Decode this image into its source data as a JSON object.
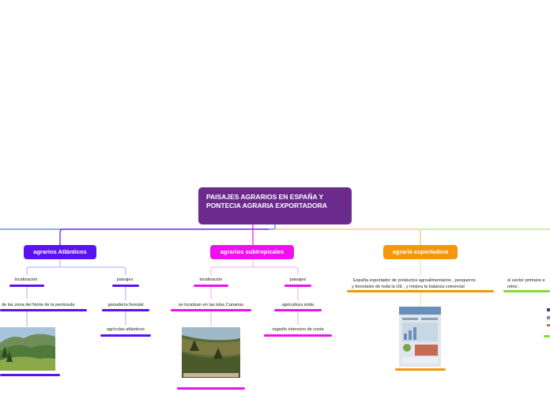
{
  "root": {
    "title": "PAISAJES AGRARIOS EN ESPAÑA Y PONTECIA AGRARIA EXPORTADORA"
  },
  "branches": [
    {
      "label": "agrarios Atlánticos",
      "color": "#5b12f2"
    },
    {
      "label": "agrarios subtropicales",
      "color": "#ef10ef"
    },
    {
      "label": "agraria exportadora",
      "color": "#f5970a"
    },
    {
      "label": "",
      "color": "#7ee02a"
    }
  ],
  "leaves": {
    "atl_loc": "localización",
    "atl_pai": "paisajes",
    "atl_loc_text": "de las zona del Norte de la península",
    "atl_pai_1": "ganadería forestal",
    "atl_pai_2": "agrícolas atlánticos",
    "sub_loc": "localización",
    "sub_pai": "paisajes",
    "sub_loc_text": "se localizan en las islas Canarias",
    "sub_pai_1": "agricultura árida",
    "sub_pai_2": "regadío intensivo de costa",
    "exp_line1": "España exportador de productos agroalimentarios , pesqueros",
    "exp_line2": "y forestales de toda la UE , y mejora la balanza comercial",
    "green_line1": "el sector primario e",
    "green_line2": "retos ."
  },
  "icons": {
    "landscape_atl": "landscape-photo",
    "landscape_sub": "landscape-photo",
    "infographic": "infographic-image"
  }
}
